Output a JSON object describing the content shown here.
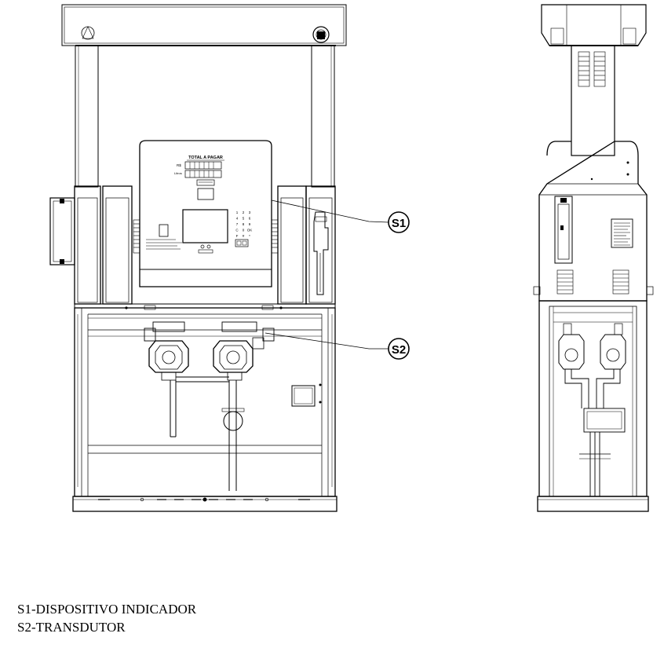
{
  "callouts": {
    "s1": "S1",
    "s2": "S2"
  },
  "display": {
    "title": "TOTAL A PAGAR",
    "currency": "R$",
    "volume": "Litros"
  },
  "keypad": [
    "1",
    "2",
    "3",
    "4",
    "5",
    "6",
    "7",
    "8",
    "9",
    "C",
    "0",
    "OK",
    "F",
    "#",
    "*"
  ],
  "legend": {
    "s1": "S1-DISPOSITIVO INDICADOR",
    "s2": "S2-TRANSDUTOR"
  }
}
